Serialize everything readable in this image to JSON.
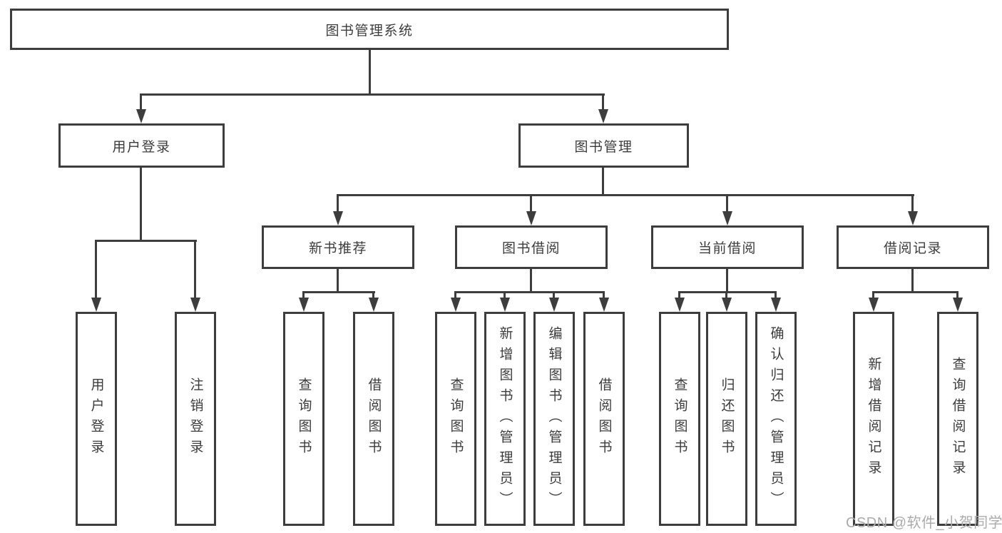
{
  "tree": {
    "root": "图书管理系统",
    "children": [
      {
        "label": "用户登录",
        "children": [
          {
            "label": "用户登录"
          },
          {
            "label": "注销登录"
          }
        ]
      },
      {
        "label": "图书管理",
        "children": [
          {
            "label": "新书推荐",
            "children": [
              {
                "label": "查询图书"
              },
              {
                "label": "借阅图书"
              }
            ]
          },
          {
            "label": "图书借阅",
            "children": [
              {
                "label": "查询图书"
              },
              {
                "label": "新增图书（管理员）"
              },
              {
                "label": "编辑图书（管理员）"
              },
              {
                "label": "借阅图书"
              }
            ]
          },
          {
            "label": "当前借阅",
            "children": [
              {
                "label": "查询图书"
              },
              {
                "label": "归还图书"
              },
              {
                "label": "确认归还（管理员）"
              }
            ]
          },
          {
            "label": "借阅记录",
            "children": [
              {
                "label": "新增借阅记录"
              },
              {
                "label": "查询借阅记录"
              }
            ]
          }
        ]
      }
    ]
  },
  "watermark": {
    "text": "CSDN @软件_小贺同学"
  },
  "colors": {
    "line": "#3d3d3d",
    "text": "#3c3c3c",
    "watermark": "#ababab"
  }
}
